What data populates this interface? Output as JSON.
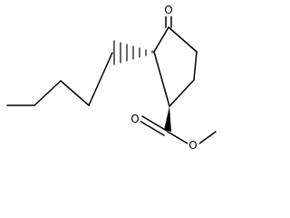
{
  "structure": {
    "atoms": {
      "ketone_oxygen": "O",
      "carbonyl_oxygen": "O",
      "ester_oxygen": "O"
    }
  },
  "colors": {
    "bond": "#000000",
    "background": "#ffffff"
  }
}
